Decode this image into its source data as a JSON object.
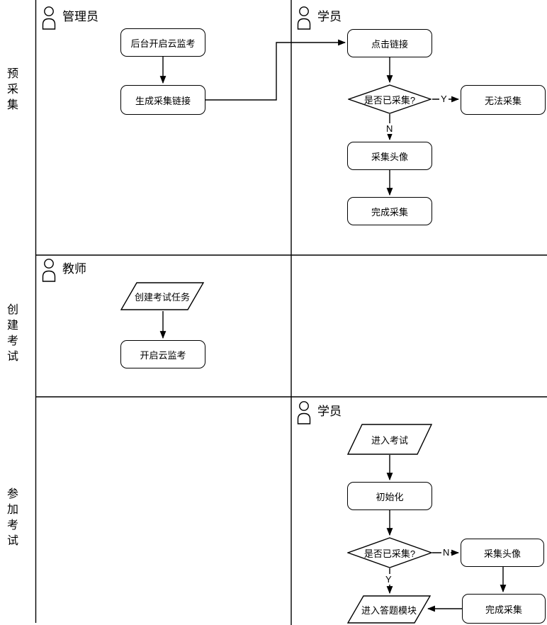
{
  "rows": [
    {
      "label": "预采集"
    },
    {
      "label": "创建考试"
    },
    {
      "label": "参加考试"
    }
  ],
  "headers": {
    "row1_left": "管理员",
    "row1_right": "学员",
    "row2": "教师",
    "row3": "学员"
  },
  "nodes": {
    "backend_enable_proctor": "后台开启云监考",
    "generate_collect_link": "生成采集链接",
    "click_link": "点击链接",
    "is_collected_1": "是否已采集?",
    "cannot_collect": "无法采集",
    "collect_avatar_1": "采集头像",
    "finish_collect_1": "完成采集",
    "create_exam_task": "创建考试任务",
    "enable_cloud_proctor": "开启云监考",
    "enter_exam": "进入考试",
    "initialize": "初始化",
    "is_collected_2": "是否已采集?",
    "collect_avatar_2": "采集头像",
    "finish_collect_2": "完成采集",
    "enter_answer_module": "进入答题模块"
  },
  "edge_labels": {
    "row1_yes": "Y",
    "row1_no": "N",
    "row3_no": "N",
    "row3_yes": "Y"
  },
  "colors": {
    "stroke": "#000000",
    "background": "#ffffff"
  }
}
